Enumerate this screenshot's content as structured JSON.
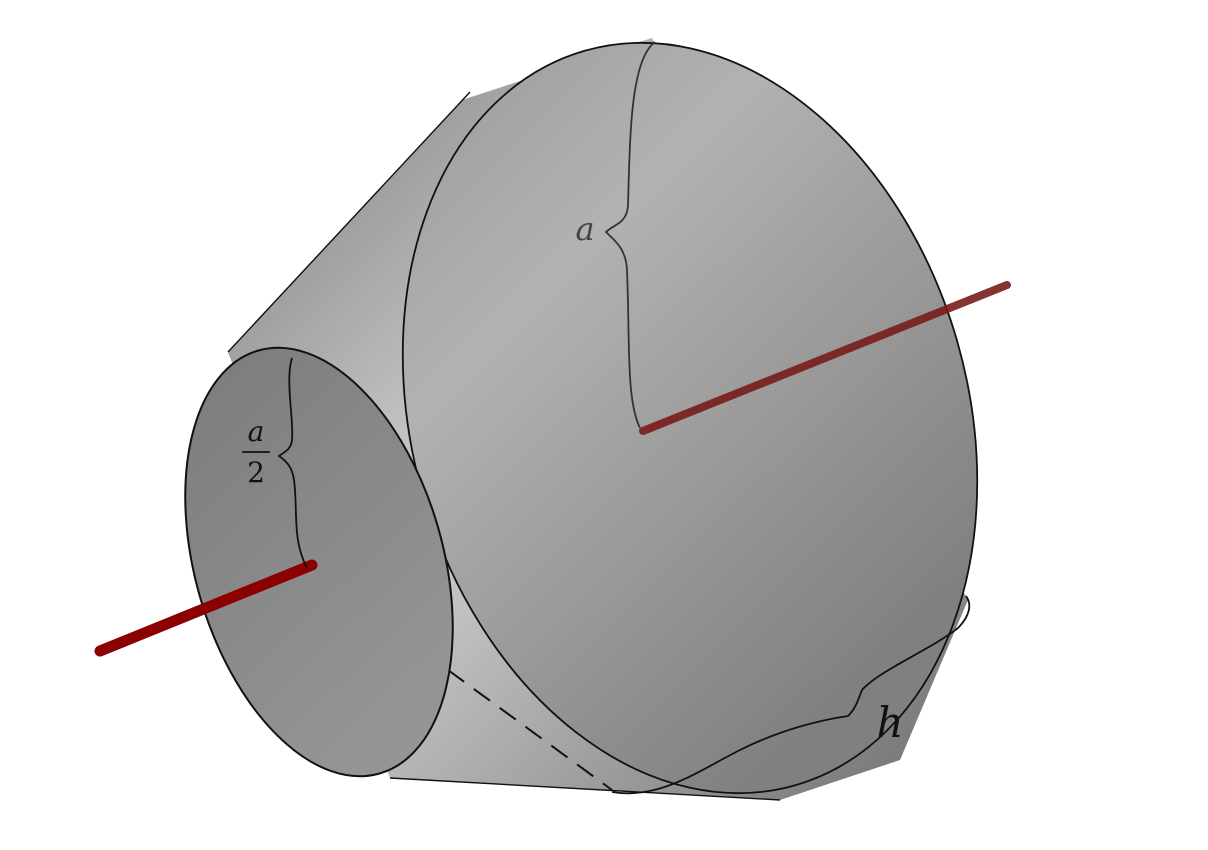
{
  "labels": {
    "big_radius": "a",
    "small_radius_numerator": "a",
    "small_radius_denominator": "2",
    "height": "h"
  },
  "colors": {
    "axis": "#8b0000",
    "outline": "#111111",
    "surface_dark": "#6f6f6f",
    "surface_light": "#d6d6d6"
  }
}
